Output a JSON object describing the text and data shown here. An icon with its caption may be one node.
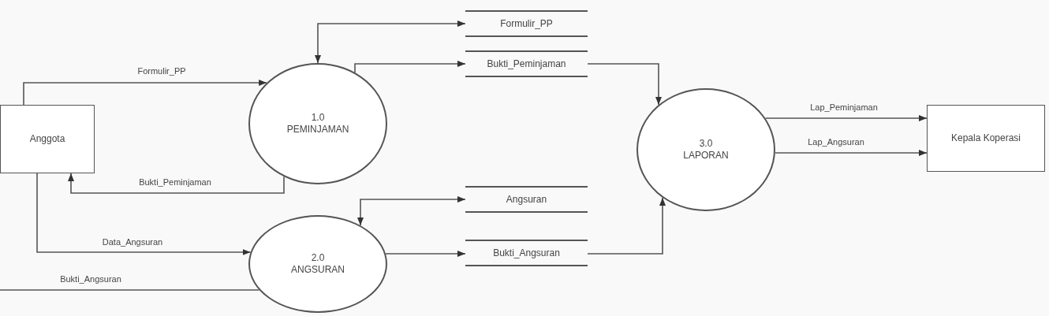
{
  "diagram": {
    "nodes": [
      {
        "text": [
          "Anggota"
        ]
      },
      {
        "text": [
          "1.0",
          "PEMINJAMAN"
        ]
      },
      {
        "text": [
          "2.0",
          "ANGSURAN"
        ]
      },
      {
        "text": [
          "Formulir_PP"
        ]
      },
      {
        "text": [
          "Bukti_Peminjaman"
        ]
      },
      {
        "text": [
          "Angsuran"
        ]
      },
      {
        "text": [
          "Bukti_Angsuran"
        ]
      },
      {
        "text": [
          "3.0",
          "LAPORAN"
        ]
      },
      {
        "text": [
          "Kepala Koperasi"
        ]
      }
    ],
    "edges": [
      {
        "from": 0,
        "to": 1,
        "arrow": "to",
        "label": "Formulir_PP"
      },
      {
        "from": 1,
        "to": 0,
        "arrow": "to",
        "label": "Bukti_Peminjaman"
      },
      {
        "from": 0,
        "to": 2,
        "arrow": "to",
        "label": "Data_Angsuran"
      },
      {
        "from": 2,
        "to": null,
        "arrow": "none",
        "label": "Bukti_Angsuran"
      },
      {
        "from": 3,
        "to": 1,
        "arrow": "both"
      },
      {
        "from": 1,
        "to": 4,
        "arrow": "to"
      },
      {
        "from": 4,
        "to": 7,
        "arrow": "to"
      },
      {
        "from": 5,
        "to": 2,
        "arrow": "both"
      },
      {
        "from": 2,
        "to": 6,
        "arrow": "to"
      },
      {
        "from": 6,
        "to": 7,
        "arrow": "to"
      },
      {
        "from": 7,
        "to": 8,
        "arrow": "to",
        "label": "Lap_Peminjaman"
      },
      {
        "from": 7,
        "to": 8,
        "arrow": "to",
        "label": "Lap_Angsuran"
      }
    ]
  }
}
